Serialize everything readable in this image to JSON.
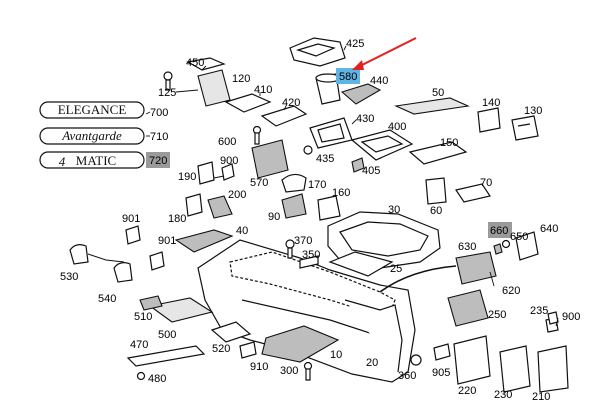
{
  "diagram": {
    "accent_arrow_color": "#e32020",
    "highlight_blue": "#5fb4e4",
    "highlight_gray": "#9a9a9a",
    "badges": {
      "elegance": "ELEGANCE",
      "avantgarde": "Avantgarde",
      "matic_digit": "4",
      "matic_word": "MATIC"
    },
    "labels": {
      "p425": "425",
      "p580": "580",
      "p440": "440",
      "p450": "450",
      "p120": "120",
      "p125": "125",
      "p700": "700",
      "p410": "410",
      "p420": "420",
      "p50": "50",
      "p140": "140",
      "p130": "130",
      "p710": "710",
      "p600": "600",
      "p430": "430",
      "p400": "400",
      "p150": "150",
      "p720": "720",
      "p900a": "900",
      "p435": "435",
      "p405": "405",
      "p190": "190",
      "p570": "570",
      "p170": "170",
      "p70": "70",
      "p200": "200",
      "p160": "160",
      "p180": "180",
      "p90": "90",
      "p60": "60",
      "p30": "30",
      "p901a": "901",
      "p40": "40",
      "p370": "370",
      "p660": "660",
      "p640": "640",
      "p650": "650",
      "p901b": "901",
      "p630": "630",
      "p530": "530",
      "p350": "350",
      "p25": "25",
      "p540": "540",
      "p620": "620",
      "p510": "510",
      "p250": "250",
      "p235": "235",
      "p900b": "900",
      "p500": "500",
      "p470": "470",
      "p520": "520",
      "p10": "10",
      "p910": "910",
      "p20": "20",
      "p905": "905",
      "p300": "300",
      "p360": "360",
      "p220": "220",
      "p230": "230",
      "p210": "210",
      "p480": "480"
    }
  }
}
